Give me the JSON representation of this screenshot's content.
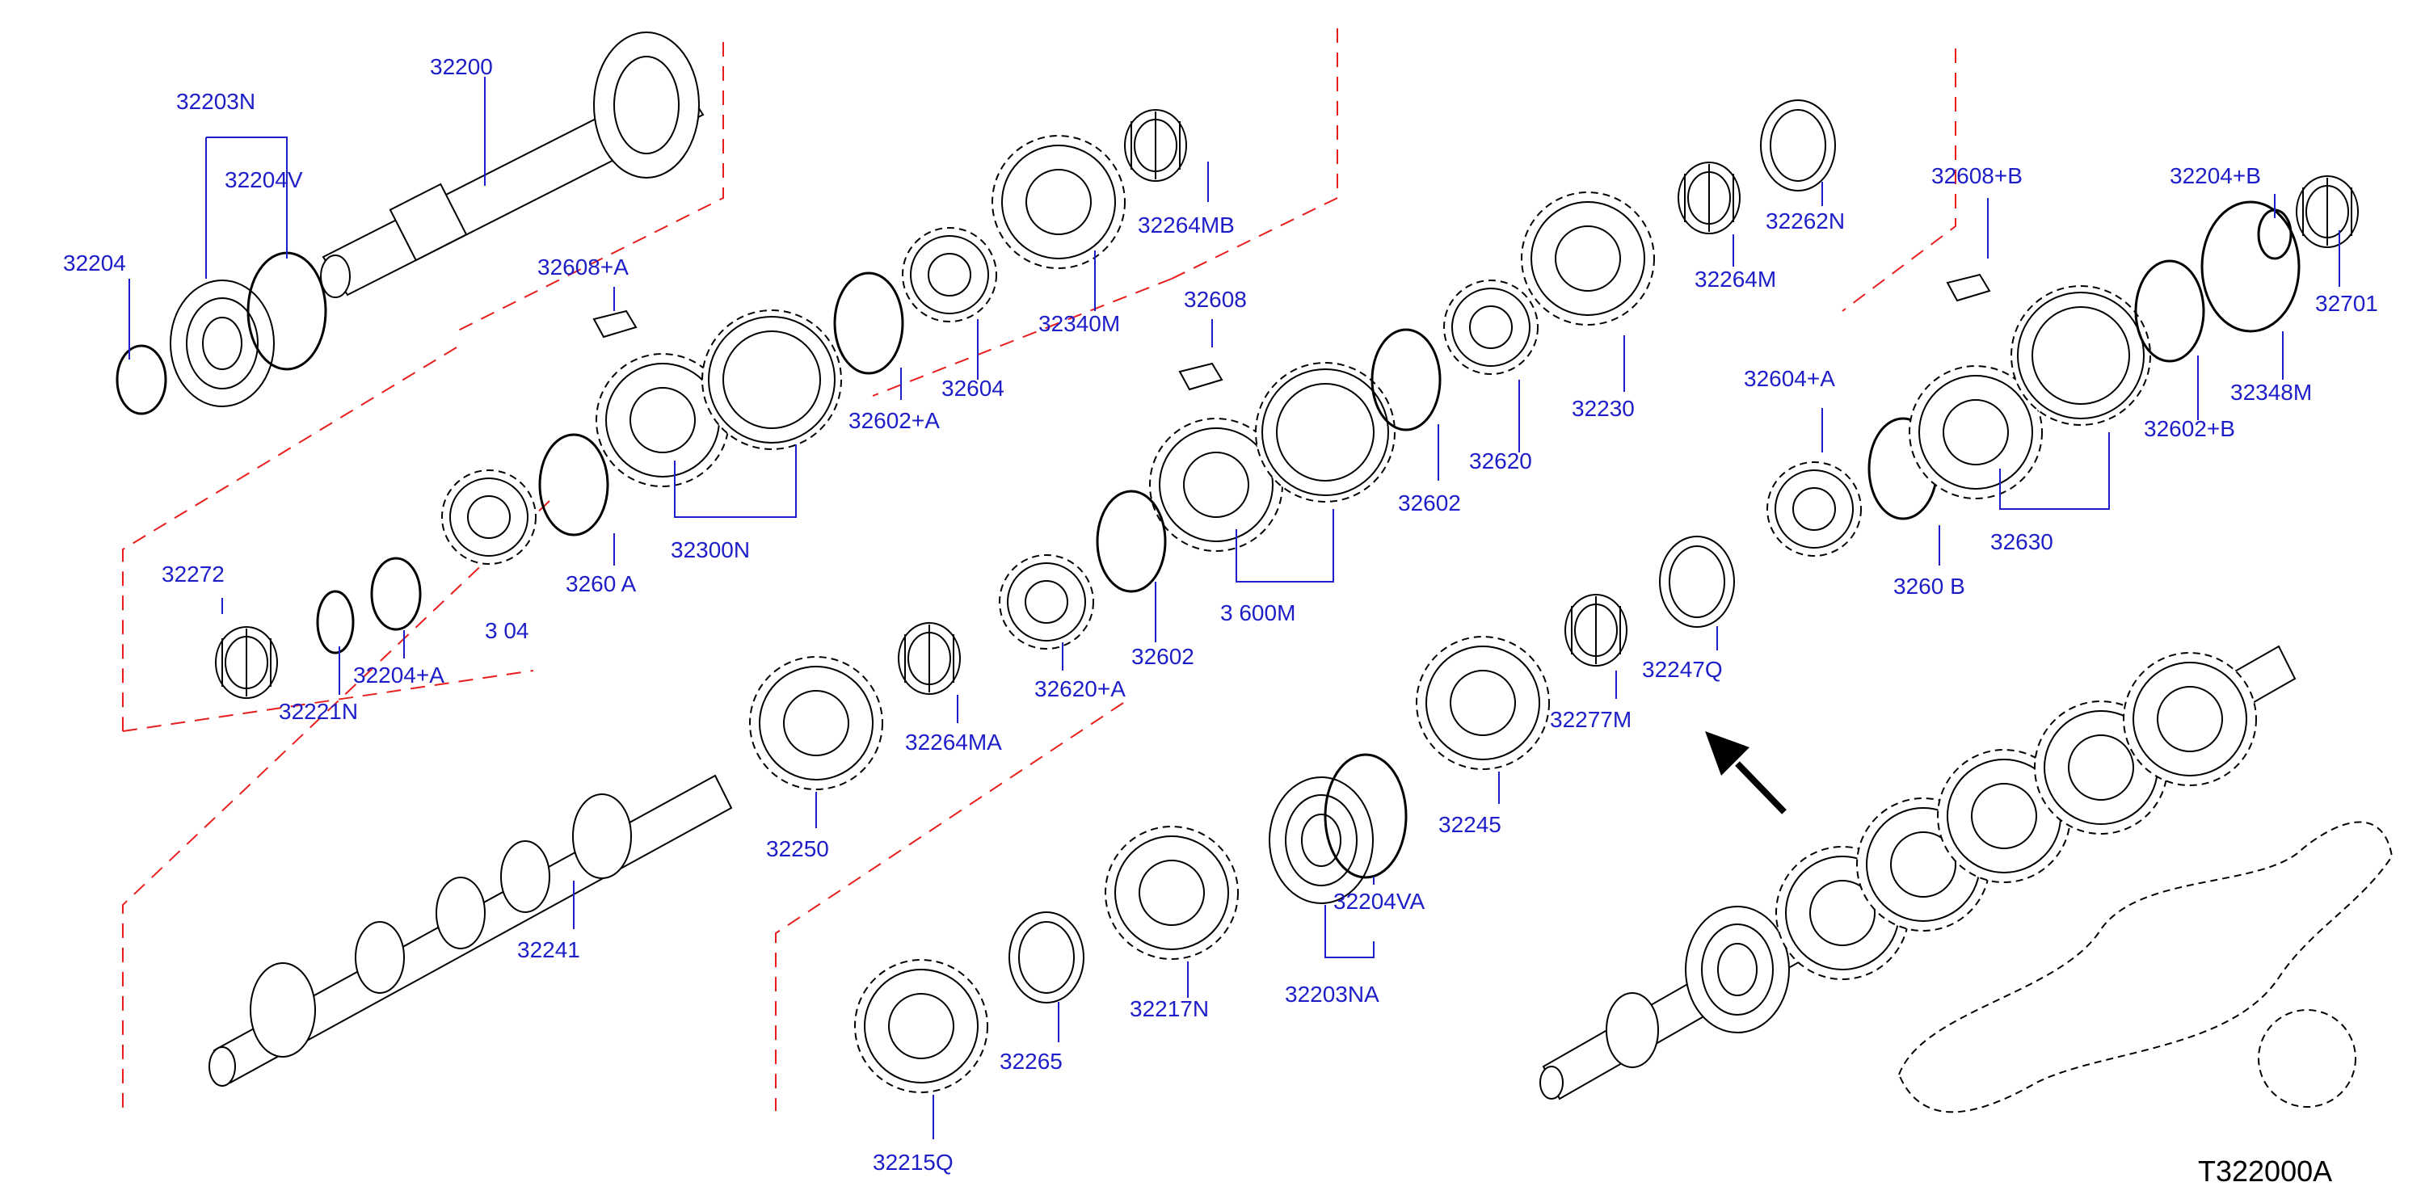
{
  "diagram_code": "T322000A",
  "colors": {
    "label": "#1e1ec8",
    "outline": "#000000",
    "boundary": "#e81e1e"
  },
  "parts": [
    {
      "id": "p1",
      "label": "32203N"
    },
    {
      "id": "p2",
      "label": "32200"
    },
    {
      "id": "p3",
      "label": "32204V"
    },
    {
      "id": "p4",
      "label": "32204"
    },
    {
      "id": "p5",
      "label": "32608+A"
    },
    {
      "id": "p6",
      "label": "32300N"
    },
    {
      "id": "p7",
      "label": "32602+A"
    },
    {
      "id": "p8",
      "label": "32604"
    },
    {
      "id": "p9",
      "label": "32340M"
    },
    {
      "id": "p10",
      "label": "32264MB"
    },
    {
      "id": "p11",
      "label": "32608"
    },
    {
      "id": "p12",
      "label": "32602"
    },
    {
      "id": "p13",
      "label": "32620"
    },
    {
      "id": "p14",
      "label": "32230"
    },
    {
      "id": "p15",
      "label": "32264M"
    },
    {
      "id": "p16",
      "label": "32262N"
    },
    {
      "id": "p17",
      "label": "32608+B"
    },
    {
      "id": "p18",
      "label": "32204+B"
    },
    {
      "id": "p19",
      "label": "32701"
    },
    {
      "id": "p20",
      "label": "32348M"
    },
    {
      "id": "p21",
      "label": "32602+B"
    },
    {
      "id": "p22",
      "label": "32604+A"
    },
    {
      "id": "p23",
      "label": "32630"
    },
    {
      "id": "p24",
      "label": "3260 A"
    },
    {
      "id": "p25",
      "label": "32272"
    },
    {
      "id": "p26",
      "label": "32221N"
    },
    {
      "id": "p27",
      "label": "32204+A"
    },
    {
      "id": "p28",
      "label": "3 04"
    },
    {
      "id": "p29",
      "label": "3 600M"
    },
    {
      "id": "p30",
      "label": "32602"
    },
    {
      "id": "p31",
      "label": "32620+A"
    },
    {
      "id": "p32",
      "label": "32264MA"
    },
    {
      "id": "p33",
      "label": "32250"
    },
    {
      "id": "p34",
      "label": "32247Q"
    },
    {
      "id": "p35",
      "label": "32277M"
    },
    {
      "id": "p36",
      "label": "32245"
    },
    {
      "id": "p37",
      "label": "32241"
    },
    {
      "id": "p38",
      "label": "32204VA"
    },
    {
      "id": "p39",
      "label": "32203NA"
    },
    {
      "id": "p40",
      "label": "32217N"
    },
    {
      "id": "p41",
      "label": "32265"
    },
    {
      "id": "p42",
      "label": "32215Q"
    },
    {
      "id": "p43",
      "label": "3260 B"
    }
  ]
}
